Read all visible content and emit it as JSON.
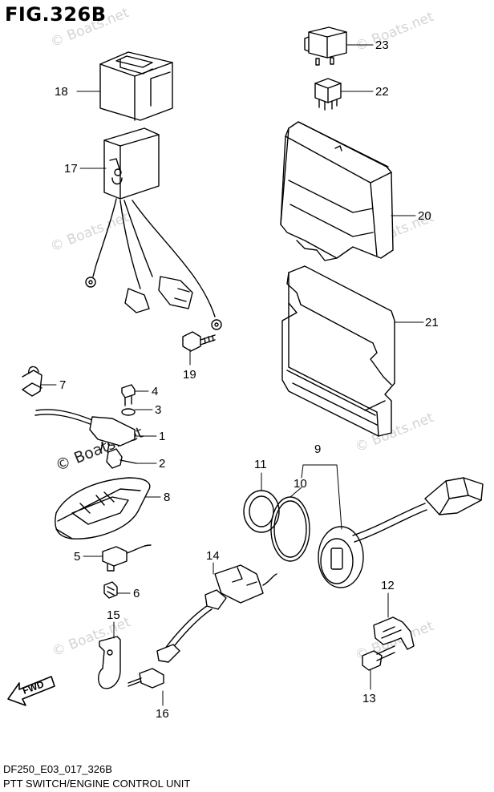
{
  "figure": {
    "title": "FIG.326B"
  },
  "footer": {
    "code": "DF250_E03_017_326B",
    "title": "PTT SWITCH/ENGINE CONTROL UNIT"
  },
  "watermark": {
    "text": "© Boats.net"
  },
  "direction": {
    "label": "FWD"
  },
  "callouts": [
    {
      "id": "c1",
      "label": "1"
    },
    {
      "id": "c2",
      "label": "2"
    },
    {
      "id": "c3",
      "label": "3"
    },
    {
      "id": "c4",
      "label": "4"
    },
    {
      "id": "c5",
      "label": "5"
    },
    {
      "id": "c6",
      "label": "6"
    },
    {
      "id": "c7",
      "label": "7"
    },
    {
      "id": "c8",
      "label": "8"
    },
    {
      "id": "c9",
      "label": "9"
    },
    {
      "id": "c10",
      "label": "10"
    },
    {
      "id": "c11",
      "label": "11"
    },
    {
      "id": "c12",
      "label": "12"
    },
    {
      "id": "c13",
      "label": "13"
    },
    {
      "id": "c14",
      "label": "14"
    },
    {
      "id": "c15",
      "label": "15"
    },
    {
      "id": "c16",
      "label": "16"
    },
    {
      "id": "c17",
      "label": "17"
    },
    {
      "id": "c18",
      "label": "18"
    },
    {
      "id": "c19",
      "label": "19"
    },
    {
      "id": "c20",
      "label": "20"
    },
    {
      "id": "c21",
      "label": "21"
    },
    {
      "id": "c22",
      "label": "22"
    },
    {
      "id": "c23",
      "label": "23"
    }
  ]
}
